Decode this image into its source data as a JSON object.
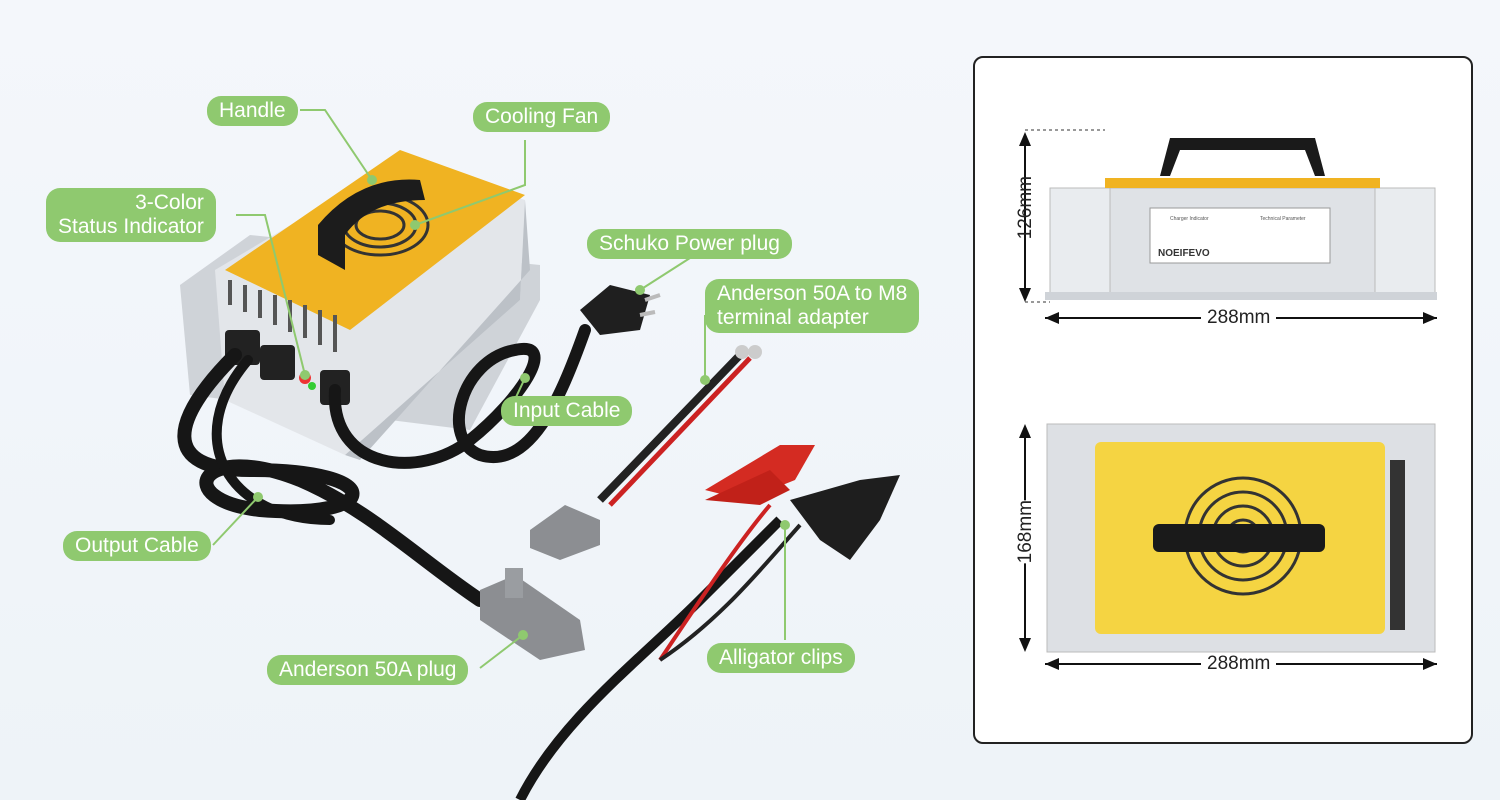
{
  "labels": {
    "handle": "Handle",
    "cooling_fan": "Cooling Fan",
    "status_indicator_line1": "3-Color",
    "status_indicator_line2": "Status Indicator",
    "schuko": "Schuko Power plug",
    "anderson_adapter_line1": "Anderson 50A to M8",
    "anderson_adapter_line2": "terminal adapter",
    "input_cable": "Input Cable",
    "output_cable": "Output Cable",
    "anderson_plug": "Anderson 50A plug",
    "alligator": "Alligator clips"
  },
  "dimensions": {
    "side_height": "126mm",
    "side_width": "288mm",
    "top_height": "168mm",
    "top_width": "288mm"
  },
  "device_text": {
    "brand": "NOEIFEVO",
    "charger_indicator": "Charger Indicator",
    "technical_parameter": "Technical Parameter"
  },
  "colors": {
    "label_bg": "#8fc96f",
    "fan_top": "#f0b322",
    "top_view_plate": "#f5d442",
    "housing": "#d9dde2"
  }
}
